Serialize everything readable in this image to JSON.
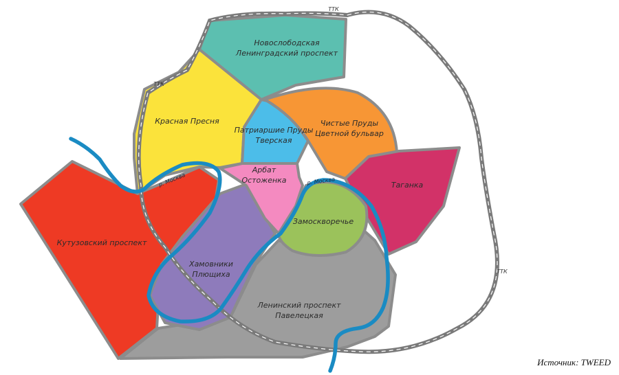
{
  "districts": [
    {
      "id": "novoslobodskaya",
      "lines": [
        "Новослободская",
        "Ленинградский проспект"
      ],
      "color": "#5cbfb0"
    },
    {
      "id": "krasnaya-presnya",
      "lines": [
        "Красная Пресня"
      ],
      "color": "#fbe33b"
    },
    {
      "id": "patriarshie",
      "lines": [
        "Патриаршие Пруды",
        "Тверская"
      ],
      "color": "#4cbde9"
    },
    {
      "id": "chistye-prudy",
      "lines": [
        "Чистые Пруды",
        "Цветной бульвар"
      ],
      "color": "#f79635"
    },
    {
      "id": "arbat",
      "lines": [
        "Арбат",
        "Остоженка"
      ],
      "color": "#f48ac0"
    },
    {
      "id": "taganka",
      "lines": [
        "Таганка"
      ],
      "color": "#d23268"
    },
    {
      "id": "kutuzovsky",
      "lines": [
        "Кутузовский проспект"
      ],
      "color": "#ee3a24"
    },
    {
      "id": "zamoskvorechye",
      "lines": [
        "Замоскворечье"
      ],
      "color": "#9bc25b"
    },
    {
      "id": "khamovniki",
      "lines": [
        "Хамовники",
        "Плющиха"
      ],
      "color": "#8e7bbb"
    },
    {
      "id": "leninsky",
      "lines": [
        "Ленинский проспект",
        "Павелецкая"
      ],
      "color": "#9d9d9d"
    }
  ],
  "ttk": {
    "label": "ТТК",
    "road_color": "#7a7a7a",
    "dash_color": "#ffffff"
  },
  "river": {
    "label": "р. Москва",
    "color": "#1a8bc3"
  },
  "source": "Источник: TWEED"
}
